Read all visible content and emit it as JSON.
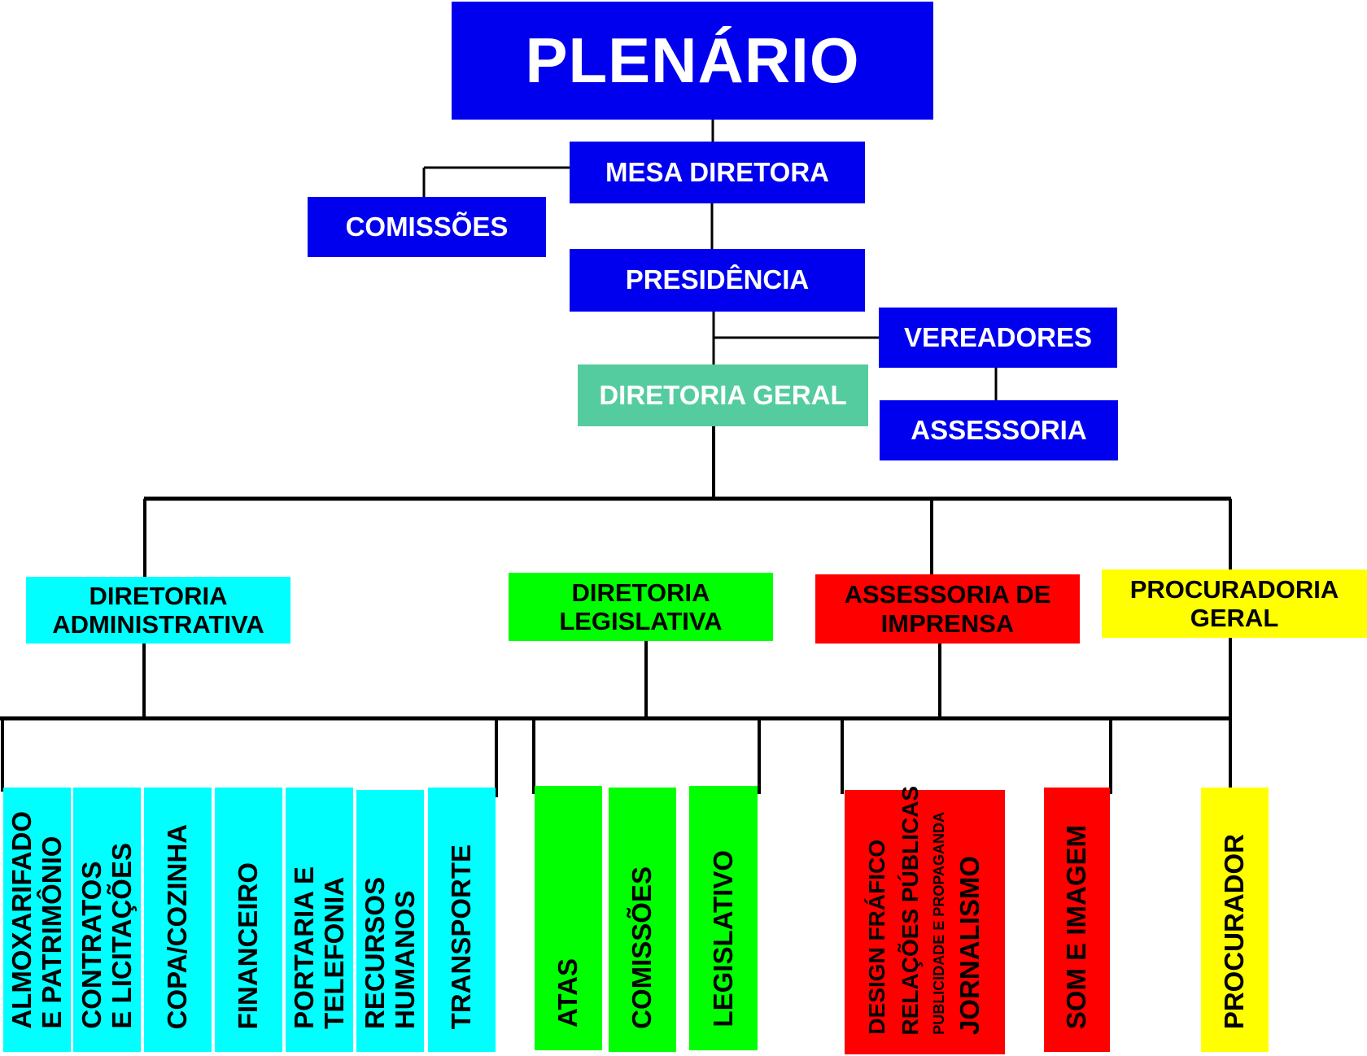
{
  "colors": {
    "blue": "#0000ee",
    "teal": "#55cc9f",
    "cyan": "#00ffff",
    "green": "#00ff00",
    "red": "#ff0000",
    "yellow": "#ffff00",
    "line": "#000000"
  },
  "top": {
    "plenario": "PLENÁRIO",
    "mesa_diretora": "MESA DIRETORA",
    "comissoes": "COMISSÕES",
    "presidencia": "PRESIDÊNCIA",
    "vereadores": "VEREADORES",
    "diretoria_geral": "DIRETORIA GERAL",
    "assessoria": "ASSESSORIA"
  },
  "departments": {
    "administrativa": "DIRETORIA\nADMINISTRATIVA",
    "legislativa": "DIRETORIA\nLEGISLATIVA",
    "imprensa": "ASSESSORIA DE\nIMPRENSA",
    "procuradoria": "PROCURADORIA\nGERAL"
  },
  "leaves": {
    "administrativa": [
      "ALMOXARIFADO\nE PATRIMÔNIO",
      "CONTRATOS\nE LICITAÇÕES",
      "COPA/COZINHA",
      "FINANCEIRO",
      "PORTARIA E\nTELEFONIA",
      "RECURSOS\nHUMANOS",
      "TRANSPORTE"
    ],
    "legislativa": [
      "ATAS",
      "COMISSÕES",
      "LEGISLATIVO"
    ],
    "imprensa": {
      "comunicacao": {
        "jornalismo": "JORNALISMO",
        "publicidade": "PUBLICIDADE E PROPAGANDA",
        "relacoes_publicas": "RELAÇÕES PÚBLICAS",
        "design": "DESIGN FRÁFICO"
      },
      "som_imagem": "SOM E IMAGEM"
    },
    "procuradoria": [
      "PROCURADOR"
    ]
  }
}
